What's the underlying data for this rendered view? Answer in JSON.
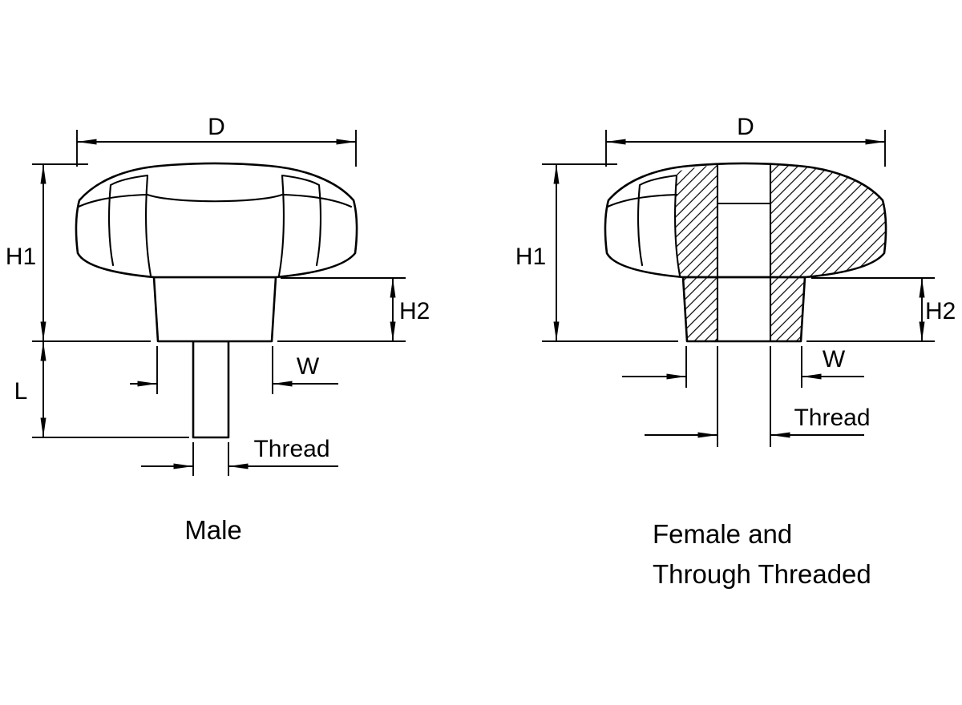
{
  "colors": {
    "ink": "#000000",
    "background": "#ffffff"
  },
  "male": {
    "caption": "Male",
    "labels": {
      "d": "D",
      "h1": "H1",
      "h2": "H2",
      "w": "W",
      "l": "L",
      "thread": "Thread"
    }
  },
  "female": {
    "caption_line_1": "Female and",
    "caption_line_2": "Through Threaded",
    "labels": {
      "d": "D",
      "h1": "H1",
      "h2": "H2",
      "w": "W",
      "thread": "Thread"
    }
  }
}
